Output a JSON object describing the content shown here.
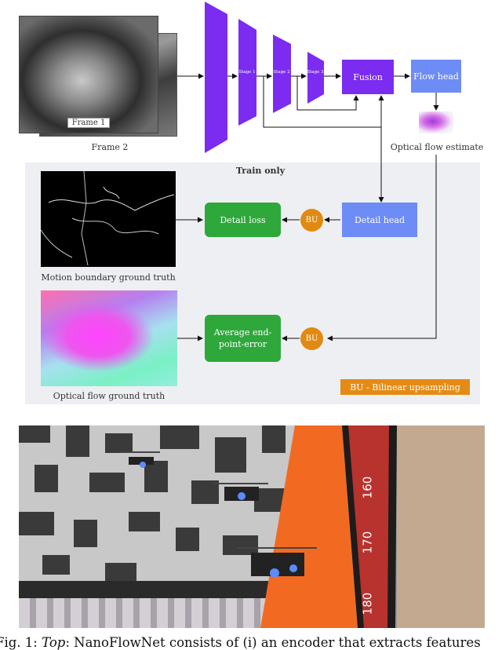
{
  "diagram": {
    "frame1_label": "Frame 1",
    "frame2_label": "Frame 2",
    "stage1": "Stage 1",
    "stage2": "Stage 2",
    "stage3": "Stage 3",
    "fusion": "Fusion",
    "flow_head": "Flow head",
    "optical_flow_estimate": "Optical flow estimate",
    "train_only": "Train only",
    "detail_loss": "Detail loss",
    "bu": "BU",
    "detail_head": "Detail head",
    "motion_boundary": "Motion boundary ground truth",
    "aepe": "Average end-point-error",
    "optical_flow_gt": "Optical flow ground truth",
    "legend": "BU - Bilinear upsampling"
  },
  "photo": {
    "ruler_marks": [
      "160",
      "170",
      "180"
    ]
  },
  "caption": {
    "prefix": "Fig. 1: ",
    "italic": "Top",
    "text": ": NanoFlowNet consists of (i) an encoder that extracts features"
  },
  "colors": {
    "encoder": "#7b2cf0",
    "head": "#6d8cf6",
    "loss": "#2ea83b",
    "upsample": "#e08a12"
  }
}
